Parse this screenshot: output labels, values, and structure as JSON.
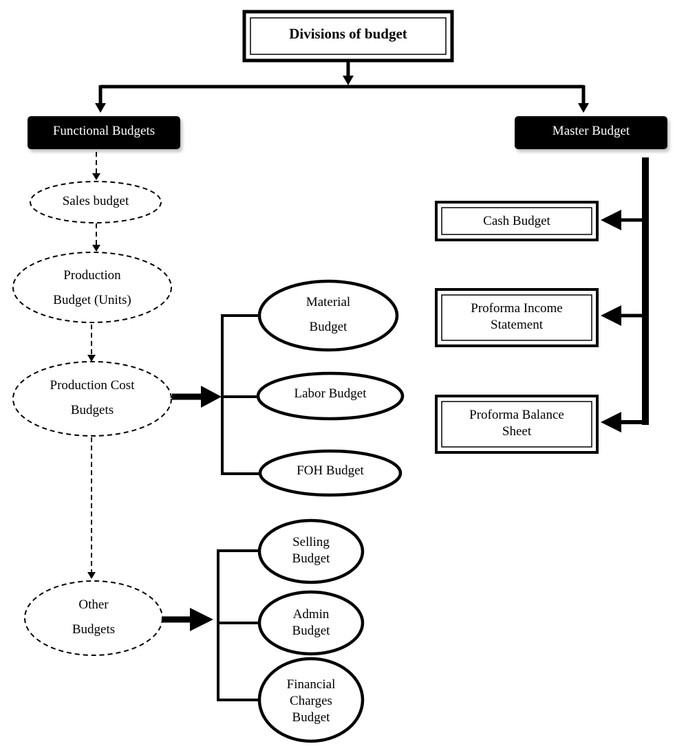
{
  "diagram": {
    "title": "Divisions of budget",
    "functional": {
      "header": "Functional Budgets",
      "sales": "Sales budget",
      "production": {
        "line1": "Production",
        "line2": "Budget (Units)"
      },
      "production_cost": {
        "line1": "Production Cost",
        "line2": "Budgets"
      },
      "material": {
        "line1": "Material",
        "line2": "Budget"
      },
      "labor": "Labor Budget",
      "foh": "FOH Budget",
      "other": {
        "line1": "Other",
        "line2": "Budgets"
      },
      "selling": {
        "line1": "Selling",
        "line2": "Budget"
      },
      "admin": {
        "line1": "Admin",
        "line2": "Budget"
      },
      "financial": {
        "line1": "Financial",
        "line2": "Charges",
        "line3": "Budget"
      }
    },
    "master": {
      "header": "Master Budget",
      "cash": "Cash Budget",
      "income": {
        "line1": "Proforma Income",
        "line2": "Statement"
      },
      "balance": {
        "line1": "Proforma Balance",
        "line2": "Sheet"
      }
    }
  }
}
